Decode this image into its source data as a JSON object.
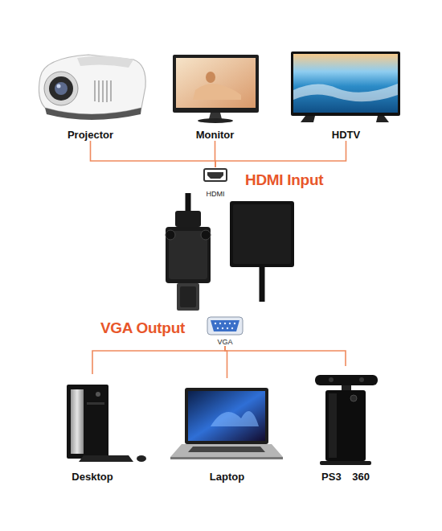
{
  "diagram": {
    "nodes": [
      {
        "text": [
          "Projector"
        ]
      },
      {
        "text": [
          "Monitor"
        ]
      },
      {
        "text": [
          "HDTV"
        ]
      },
      {
        "text": [
          "HDMI"
        ]
      },
      {
        "text": [
          "VGA"
        ]
      },
      {
        "text": [
          "Desktop"
        ]
      },
      {
        "text": [
          "Laptop"
        ]
      },
      {
        "text": [
          "PS3 360"
        ]
      }
    ],
    "edges": [
      {
        "from": 0,
        "to": 3,
        "arrow": "none"
      },
      {
        "from": 1,
        "to": 3,
        "arrow": "none"
      },
      {
        "from": 2,
        "to": 3,
        "arrow": "none"
      },
      {
        "from": 4,
        "to": 5,
        "arrow": "none"
      },
      {
        "from": 4,
        "to": 6,
        "arrow": "none"
      },
      {
        "from": 4,
        "to": 7,
        "arrow": "none"
      }
    ],
    "labels": [
      "HDMI Input",
      "VGA Output"
    ]
  }
}
